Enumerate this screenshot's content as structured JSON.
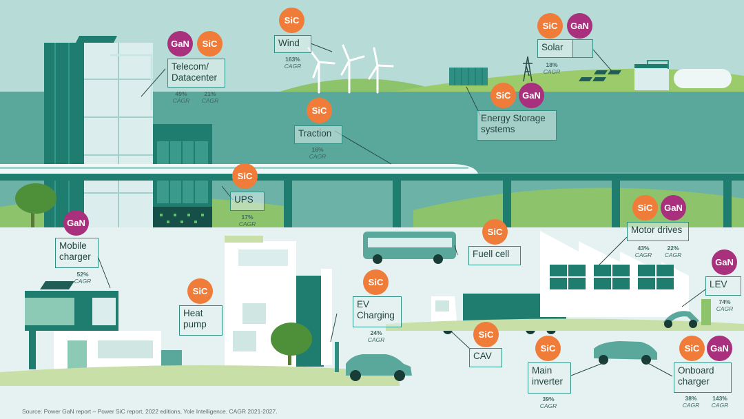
{
  "badge_text": {
    "sic": "SiC",
    "gan": "GaN"
  },
  "colors": {
    "sic": "#f07c3a",
    "gan": "#a8307d",
    "teal": "#1f7d70",
    "label_border": "#2f8f83"
  },
  "cagr_label": "CAGR",
  "applications": {
    "telecom": {
      "label": "Telecom/\nDatacenter",
      "cagr": [
        "49%",
        "21%"
      ]
    },
    "wind": {
      "label": "Wind",
      "cagr": [
        "163%"
      ]
    },
    "solar": {
      "label": "Solar",
      "cagr": [
        "18%"
      ]
    },
    "energy_storage": {
      "label": "Energy Storage\nsystems"
    },
    "traction": {
      "label": "Traction",
      "cagr": [
        "16%"
      ]
    },
    "ups": {
      "label": "UPS",
      "cagr": [
        "17%"
      ]
    },
    "mobile_charger": {
      "label": "Mobile\ncharger",
      "cagr": [
        "52%"
      ]
    },
    "heat_pump": {
      "label": "Heat\npump"
    },
    "fuel_cell": {
      "label": "Fuell cell"
    },
    "ev_charging": {
      "label": "EV\nCharging",
      "cagr": [
        "24%"
      ]
    },
    "cav": {
      "label": "CAV"
    },
    "motor_drives": {
      "label": "Motor drives",
      "cagr": [
        "43%",
        "22%"
      ]
    },
    "lev": {
      "label": "LEV",
      "cagr": [
        "74%"
      ]
    },
    "main_inverter": {
      "label": "Main\ninverter",
      "cagr": [
        "39%"
      ]
    },
    "onboard_charger": {
      "label": "Onboard\ncharger",
      "cagr": [
        "38%",
        "143%"
      ]
    }
  },
  "source": "Source: Power GaN report – Power SiC report, 2022 editions, Yole Intelligence. CAGR 2021-2027."
}
